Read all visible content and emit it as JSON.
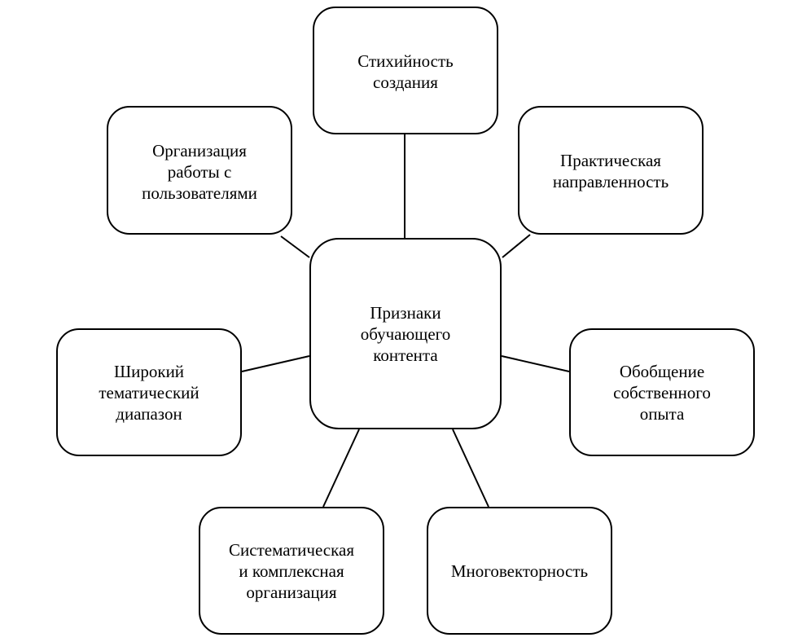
{
  "center": {
    "label": "Признаки\nобучающего\nконтента"
  },
  "nodes": [
    {
      "id": "spontaneity",
      "label": "Стихийность\nсоздания"
    },
    {
      "id": "user-work",
      "label": "Организация\nработы с\nпользователями"
    },
    {
      "id": "practical",
      "label": "Практическая\nнаправленность"
    },
    {
      "id": "wide-range",
      "label": "Широкий\nтематический\nдиапазон"
    },
    {
      "id": "experience",
      "label": "Обобщение\nсобственного\nопыта"
    },
    {
      "id": "systematic",
      "label": "Систематическая\nи комплексная\nорганизация"
    },
    {
      "id": "multivector",
      "label": "Многовекторность"
    }
  ]
}
